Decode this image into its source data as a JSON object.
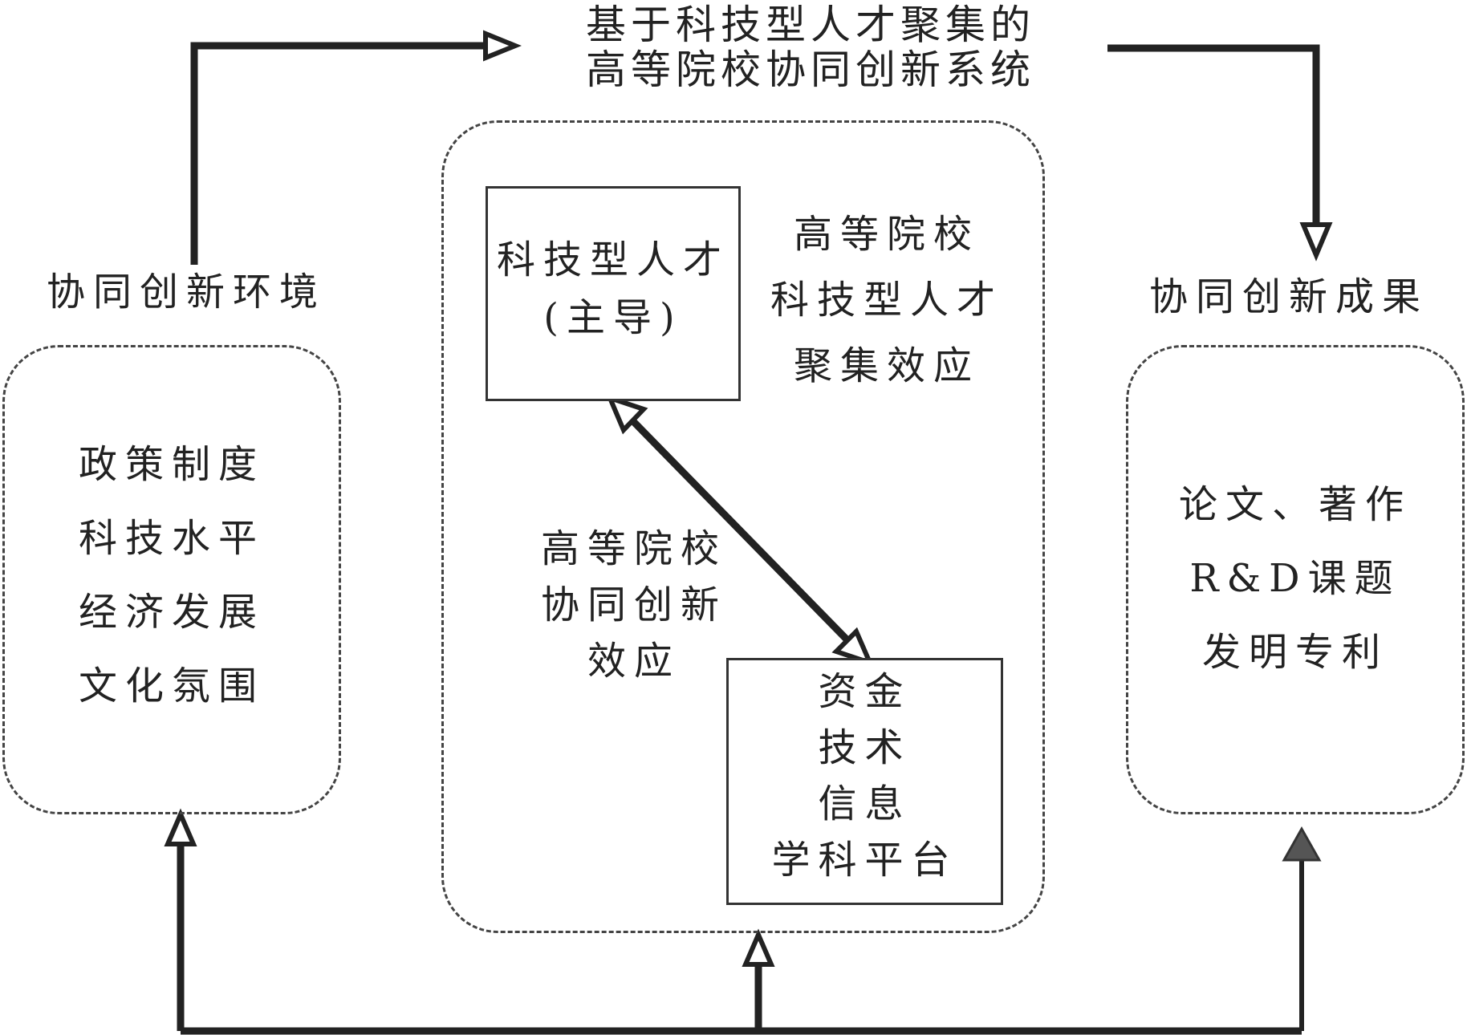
{
  "title": {
    "line1": "基于科技型人才聚集的",
    "line2": "高等院校协同创新系统"
  },
  "environment": {
    "heading": "协同创新环境",
    "items": [
      "政策制度",
      "科技水平",
      "经济发展",
      "文化氛围"
    ]
  },
  "outcomes": {
    "heading": "协同创新成果",
    "items": [
      "论文、著作",
      "R&D课题",
      "发明专利"
    ]
  },
  "system": {
    "talent_box": {
      "line1": "科技型人才",
      "line2": "(主导)"
    },
    "resource_box": {
      "items": [
        "资金",
        "技术",
        "信息",
        "学科平台"
      ]
    },
    "gathering_effect": [
      "高等院校",
      "科技型人才",
      "聚集效应"
    ],
    "innovation_effect": [
      "高等院校",
      "协同创新",
      "效应"
    ]
  },
  "colors": {
    "arrow": "#222222",
    "dashed_border": "#444444",
    "hollow_arrowhead_fill": "#ffffff",
    "outcome_arrowhead_fill": "#555555"
  }
}
